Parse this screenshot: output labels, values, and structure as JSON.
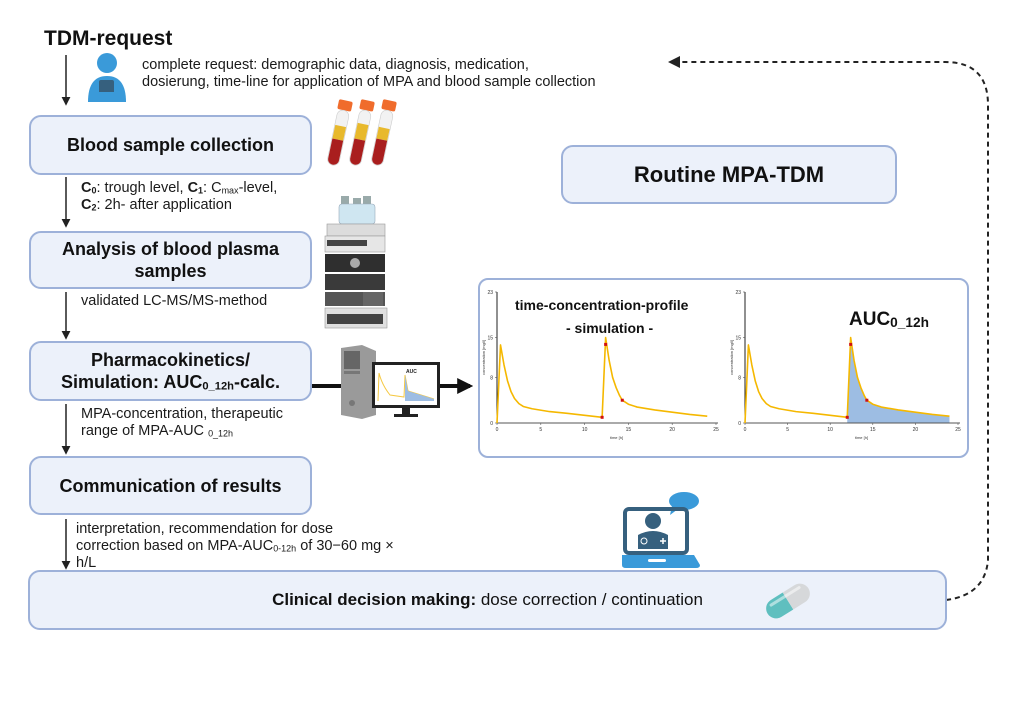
{
  "diagram": {
    "title": "TDM-request",
    "request_note": {
      "line1": "complete request: demographic data, diagnosis, medication,",
      "line2": "dosierung, time-line for application of MPA and blood sample collection"
    },
    "steps": [
      {
        "id": "blood-sample-collection",
        "label": "Blood sample collection"
      },
      {
        "id": "analysis",
        "label_line1": "Analysis of blood plasma",
        "label_line2": "samples"
      },
      {
        "id": "pharmacokinetics",
        "label_line1": "Pharmacokinetics/",
        "label_line2_pre": "Simulation: AUC",
        "label_line2_sub": "0_12h",
        "label_line2_post": "-calc."
      },
      {
        "id": "communication",
        "label": "Communication of results"
      },
      {
        "id": "clinical-decision",
        "label_bold": "Clinical decision making:",
        "label_rest": " dose correction / continuation"
      }
    ],
    "notes": {
      "sampling": {
        "c0": "C",
        "c0_sub": "0",
        "c0_text": ": trough level, ",
        "c1": "C",
        "c1_sub": "1",
        "c1_text": ": C",
        "cmax_sub": "max",
        "c1_text2": "-level,",
        "c2": "C",
        "c2_sub": "2",
        "c2_text": ": 2h- after application"
      },
      "analysis": "validated LC-MS/MS-method",
      "pk": {
        "line1": "MPA-concentration, therapeutic",
        "line2_pre": "range of MPA-AUC ",
        "line2_sub": "0_12h"
      },
      "communication": {
        "line1": "interpretation, recommendation for dose",
        "line2_pre": "correction based on MPA-AUC",
        "line2_sub": "0-12h",
        "line2_post": " of 30−60 mg ×",
        "line3": "h/L"
      }
    },
    "routine_label": "Routine MPA-TDM",
    "icons": {
      "requester": "person-with-tablet-icon",
      "tubes": "blood-tubes-icon",
      "lcms": "lc-ms-instrument-icon",
      "computer": "computer-workstation-icon",
      "doctor": "telemedicine-doctor-laptop-icon",
      "pill": "capsule-pill-icon"
    },
    "colors": {
      "box_fill": "#ecf1fa",
      "box_border": "#9db1d9",
      "icon_blue": "#3a9ad9",
      "icon_dark": "#36607e",
      "curve": "#f5b800",
      "auc_fill": "#9dbde3",
      "marker": "#d01010"
    }
  },
  "chart_data": [
    {
      "type": "line",
      "title_line1": "time-concentration-profile",
      "title_line2": "- simulation -",
      "xlabel": "time [h]",
      "ylabel": "concentration [mg/l]",
      "xlim": [
        0,
        25
      ],
      "ylim": [
        0,
        23
      ],
      "xticks": [
        0,
        5,
        10,
        15,
        20,
        25
      ],
      "yticks": [
        0,
        8,
        15,
        23
      ],
      "grid": false,
      "series": [
        {
          "name": "MPA concentration",
          "x": [
            0,
            0.4,
            0.8,
            1.2,
            1.6,
            2.0,
            2.5,
            3.0,
            4.0,
            6.0,
            8.0,
            10.0,
            12.0,
            12.4,
            12.8,
            13.2,
            13.6,
            14.0,
            14.3,
            15.0,
            16.0,
            18.0,
            20.0,
            22.0,
            24.0
          ],
          "y": [
            0,
            13.7,
            10.2,
            7.4,
            5.5,
            4.3,
            3.4,
            2.9,
            2.5,
            2.0,
            1.7,
            1.35,
            1.0,
            15.0,
            11.0,
            8.0,
            6.2,
            4.8,
            4.0,
            3.3,
            2.8,
            2.3,
            1.9,
            1.5,
            1.2
          ]
        }
      ],
      "markers": [
        {
          "x": 12.0,
          "y": 1.0
        },
        {
          "x": 12.4,
          "y": 13.8
        },
        {
          "x": 14.3,
          "y": 4.0
        }
      ],
      "shaded_auc": false
    },
    {
      "type": "area",
      "title": "AUC",
      "title_sub": "0_12h",
      "xlabel": "time [h]",
      "ylabel": "concentration [mg/l]",
      "xlim": [
        0,
        25
      ],
      "ylim": [
        0,
        23
      ],
      "xticks": [
        0,
        5,
        10,
        15,
        20,
        25
      ],
      "yticks": [
        0,
        8,
        15,
        23
      ],
      "grid": false,
      "series": [
        {
          "name": "MPA concentration",
          "x": [
            0,
            0.4,
            0.8,
            1.2,
            1.6,
            2.0,
            2.5,
            3.0,
            4.0,
            6.0,
            8.0,
            10.0,
            12.0,
            12.4,
            12.8,
            13.2,
            13.6,
            14.0,
            14.3,
            15.0,
            16.0,
            18.0,
            20.0,
            22.0,
            24.0
          ],
          "y": [
            0,
            13.7,
            10.2,
            7.4,
            5.5,
            4.3,
            3.4,
            2.9,
            2.5,
            2.0,
            1.7,
            1.35,
            1.0,
            15.0,
            11.0,
            8.0,
            6.2,
            4.8,
            4.0,
            3.3,
            2.8,
            2.3,
            1.9,
            1.5,
            1.2
          ]
        }
      ],
      "markers": [
        {
          "x": 12.0,
          "y": 1.0
        },
        {
          "x": 12.4,
          "y": 13.8
        },
        {
          "x": 14.3,
          "y": 4.0
        }
      ],
      "shaded_auc": true,
      "shaded_range": [
        12,
        24
      ]
    }
  ]
}
